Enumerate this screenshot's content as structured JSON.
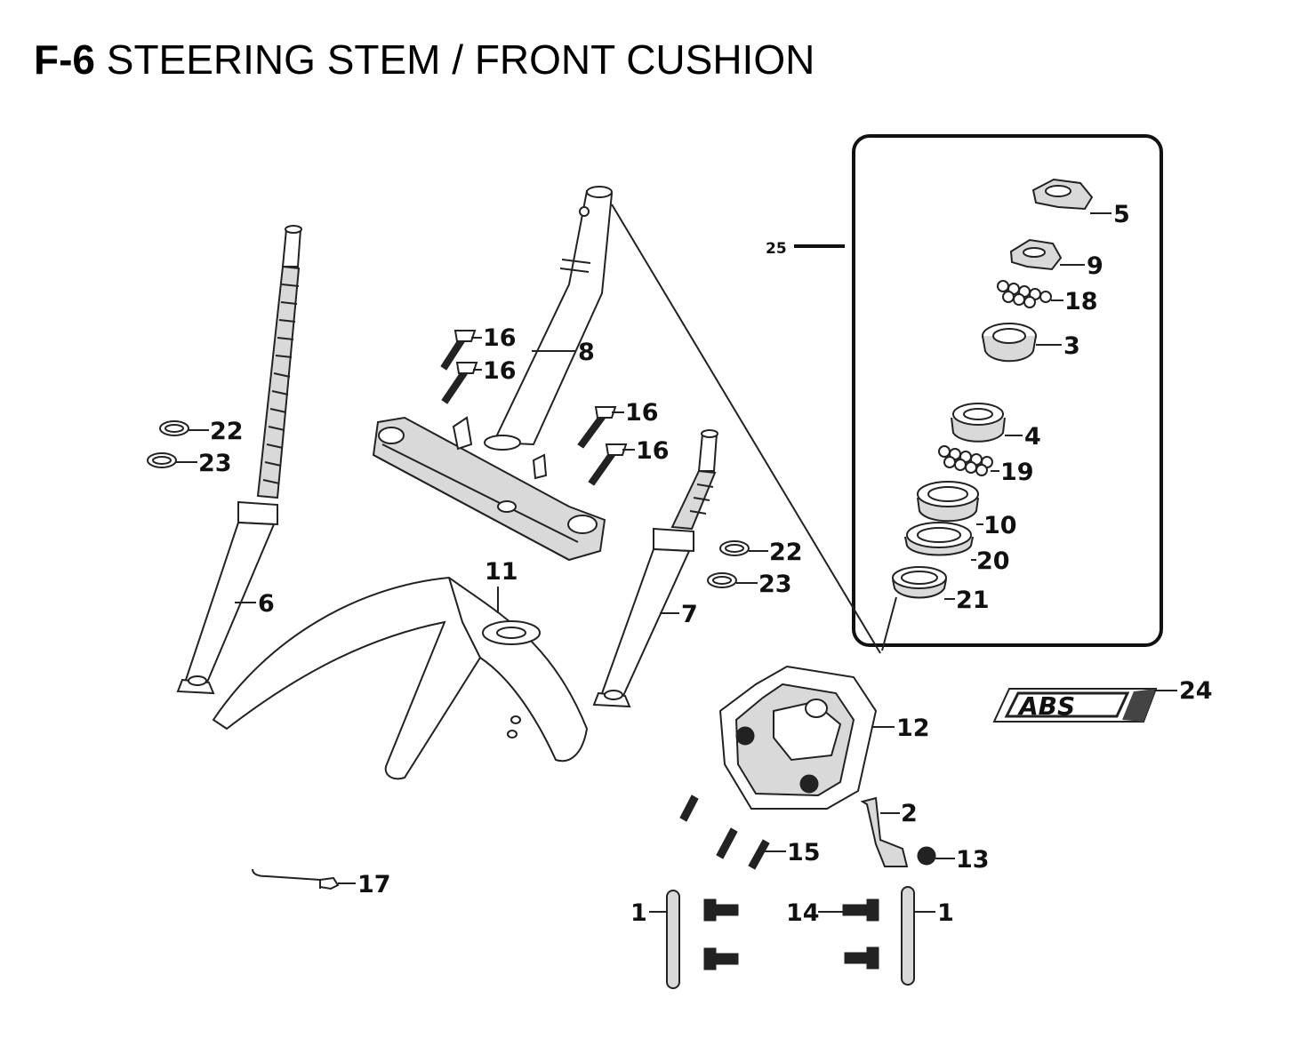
{
  "title": {
    "code": "F-6",
    "name": "STEERING STEM / FRONT CUSHION"
  },
  "badge": {
    "text": "ABS"
  },
  "callouts": {
    "c1a": "1",
    "c1b": "1",
    "c2": "2",
    "c3": "3",
    "c4": "4",
    "c5": "5",
    "c6": "6",
    "c7": "7",
    "c8": "8",
    "c9": "9",
    "c10": "10",
    "c11": "11",
    "c12": "12",
    "c13": "13",
    "c14": "14",
    "c15": "15",
    "c16a": "16",
    "c16b": "16",
    "c16c": "16",
    "c16d": "16",
    "c17": "17",
    "c18": "18",
    "c19": "19",
    "c20": "20",
    "c21": "21",
    "c22a": "22",
    "c22b": "22",
    "c23a": "23",
    "c23b": "23",
    "c24": "24",
    "c25": "25"
  }
}
